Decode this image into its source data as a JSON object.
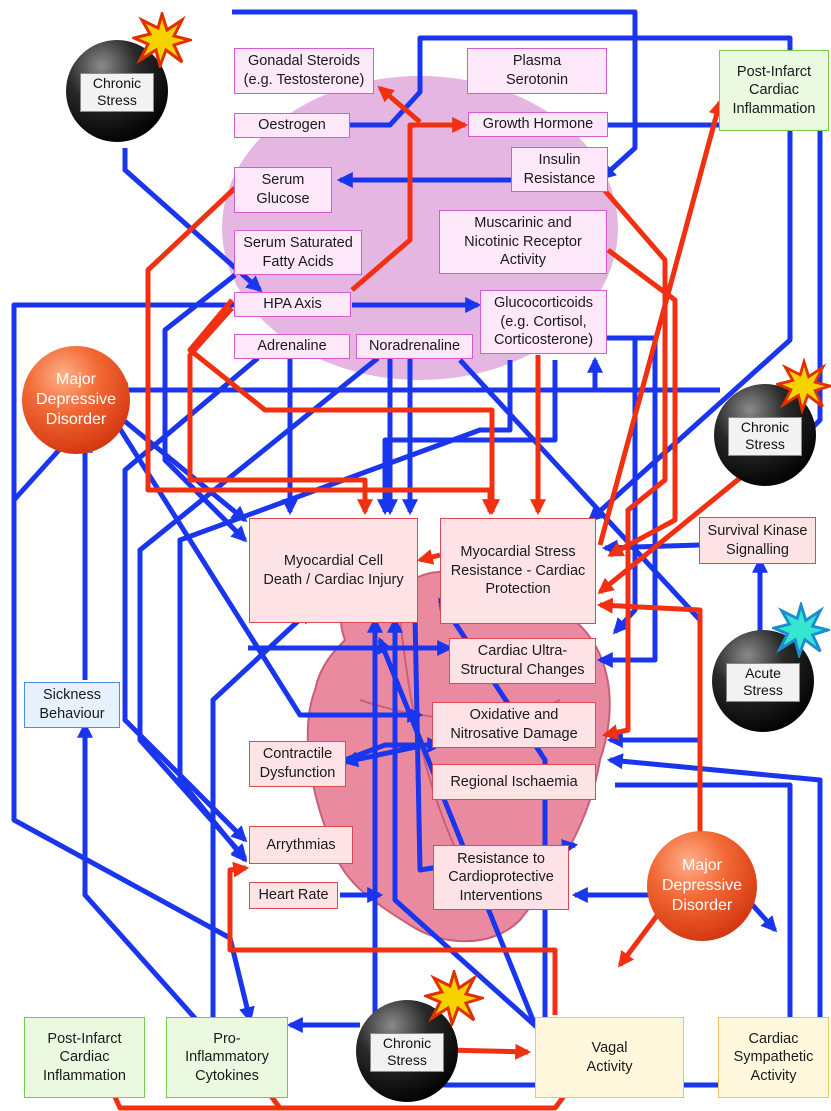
{
  "diagram": {
    "hormone_nodes": {
      "gonadal_steroids": "Gonadal Steroids\n(e.g. Testosterone)",
      "plasma_serotonin": "Plasma\nSerotonin",
      "oestrogen": "Oestrogen",
      "growth_hormone": "Growth Hormone",
      "insulin_resistance": "Insulin\nResistance",
      "serum_glucose": "Serum\nGlucose",
      "muscarinic": "Muscarinic and\nNicotinic Receptor\nActivity",
      "serum_fatty_acids": "Serum Saturated\nFatty Acids",
      "hpa_axis": "HPA Axis",
      "glucocorticoids": "Glucocorticoids\n(e.g. Cortisol,\nCorticosterone)",
      "adrenaline": "Adrenaline",
      "noradrenaline": "Noradrenaline"
    },
    "cardiac_nodes": {
      "cell_death": "Myocardial Cell\nDeath / Cardiac Injury",
      "stress_resistance": "Myocardial Stress\nResistance - Cardiac\nProtection",
      "survival_kinase": "Survival Kinase\nSignalling",
      "ultrastructural": "Cardiac Ultra-\nStructural Changes",
      "oxidative": "Oxidative and\nNitrosative Damage",
      "contractile": "Contractile\nDysfunction",
      "ischaemia": "Regional Ischaemia",
      "arrythmias": "Arrythmias",
      "resistance_interventions": "Resistance to\nCardioprotective\nInterventions",
      "heart_rate": "Heart Rate"
    },
    "other_nodes": {
      "post_infarct_top": "Post-Infarct\nCardiac\nInflammation",
      "post_infarct_bottom": "Post-Infarct\nCardiac\nInflammation",
      "pro_inflammatory": "Pro-\nInflammatory\nCytokines",
      "vagal": "Vagal\nActivity",
      "sympathetic": "Cardiac\nSympathetic\nActivity",
      "sickness": "Sickness\nBehaviour"
    },
    "disorders": {
      "mdd_left": "Major\nDepressive\nDisorder",
      "mdd_right": "Major\nDepressive\nDisorder"
    },
    "stressors": {
      "chronic_top_left": "Chronic\nStress",
      "chronic_right": "Chronic\nStress",
      "acute_right": "Acute\nStress",
      "chronic_bottom": "Chronic\nStress"
    },
    "colors": {
      "blue_arrow": "#1a35ee",
      "red_arrow": "#f03010",
      "background_ellipse": "#e6b6e3",
      "heart": "#ea8aa0"
    }
  }
}
